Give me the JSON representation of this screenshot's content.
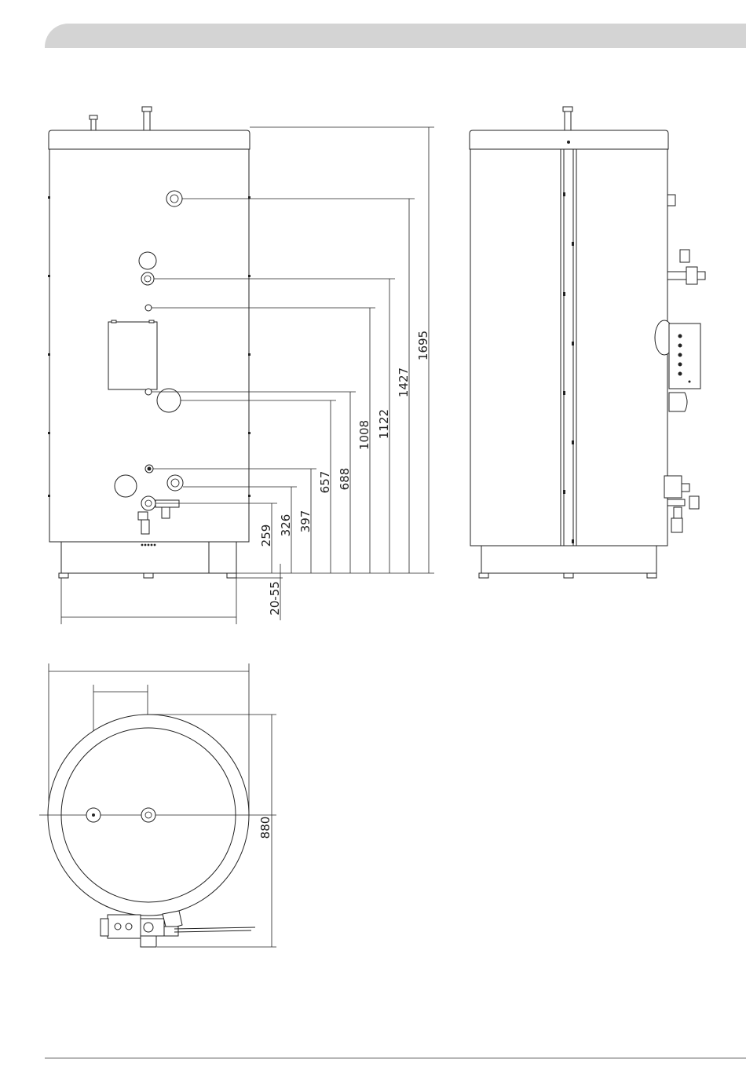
{
  "drawing": {
    "front_dimensions": [
      "1695",
      "1427",
      "1122",
      "1008",
      "688",
      "657",
      "397",
      "326",
      "259",
      "20-55"
    ],
    "top_view_dimensions": [
      "880"
    ]
  },
  "colors": {
    "line": "#222222",
    "header_bar": "#d4d4d4",
    "fill": "#ffffff"
  }
}
